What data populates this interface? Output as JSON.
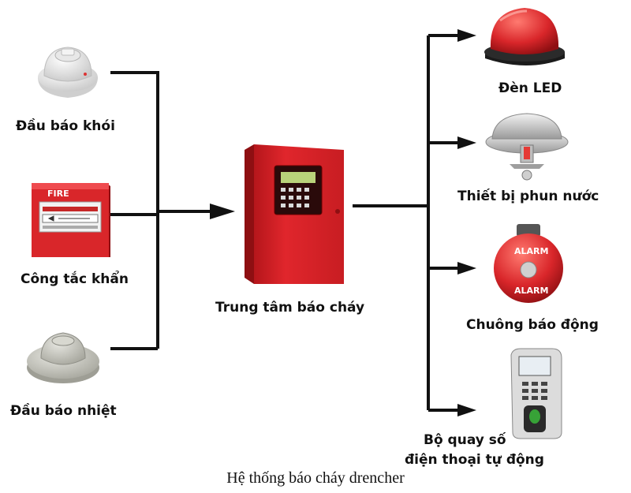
{
  "inputs": [
    {
      "id": "smoke",
      "label": "Đầu báo khói",
      "icon": "smoke-detector-icon"
    },
    {
      "id": "manual",
      "label": "Công tắc khẩn",
      "icon": "manual-call-point-icon",
      "device_text": "FIRE"
    },
    {
      "id": "heat",
      "label": "Đầu báo nhiệt",
      "icon": "heat-detector-icon"
    }
  ],
  "center": {
    "label": "Trung tâm báo cháy",
    "icon": "fire-alarm-control-panel-icon"
  },
  "outputs": [
    {
      "id": "led",
      "label": "Đèn LED",
      "icon": "strobe-light-icon"
    },
    {
      "id": "sprinkler",
      "label": "Thiết bị phun nước",
      "icon": "sprinkler-icon"
    },
    {
      "id": "bell",
      "label": "Chuông báo động",
      "icon": "alarm-bell-icon",
      "device_text": "ALARM"
    },
    {
      "id": "dialer",
      "label_lines": [
        "Bộ quay số",
        "điện thoại tự động"
      ],
      "icon": "auto-dialer-icon"
    }
  ],
  "caption": "Hệ thống báo cháy drencher",
  "colors": {
    "line": "#111111",
    "alarm_red": "#d9262a",
    "panel_red": "#e0262c"
  }
}
